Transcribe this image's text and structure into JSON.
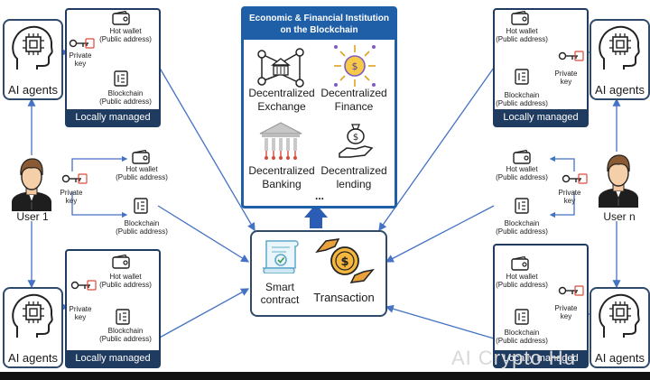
{
  "economic": {
    "title": "Economic & Financial Institution on the Blockchain",
    "items": [
      {
        "label": "Decentralized Exchange",
        "icon": "exchange-network-icon"
      },
      {
        "label": "Decentralized Finance",
        "icon": "finance-sun-icon"
      },
      {
        "label": "Decentralized Banking",
        "icon": "bank-building-icon"
      },
      {
        "label": "Decentralized lending",
        "icon": "hand-lending-icon"
      }
    ],
    "more": "..."
  },
  "center": {
    "smart_contract": "Smart contract",
    "transaction": "Transaction"
  },
  "users": {
    "user1": "User 1",
    "usern": "User n"
  },
  "labels": {
    "ai_agents": "AI agents",
    "locally_managed": "Locally managed",
    "hot_wallet": "Hot wallet",
    "blockchain": "Blockchain",
    "public_address": "(Public address)",
    "private": "Private",
    "key": "key"
  },
  "watermark": "AI Crypto Hu",
  "colors": {
    "dark_navy": "#1f3b5f",
    "accent_blue": "#1f5fa8",
    "arrow_blue": "#4472c4",
    "key_red": "#d94a3a",
    "gold": "#e0a020"
  }
}
